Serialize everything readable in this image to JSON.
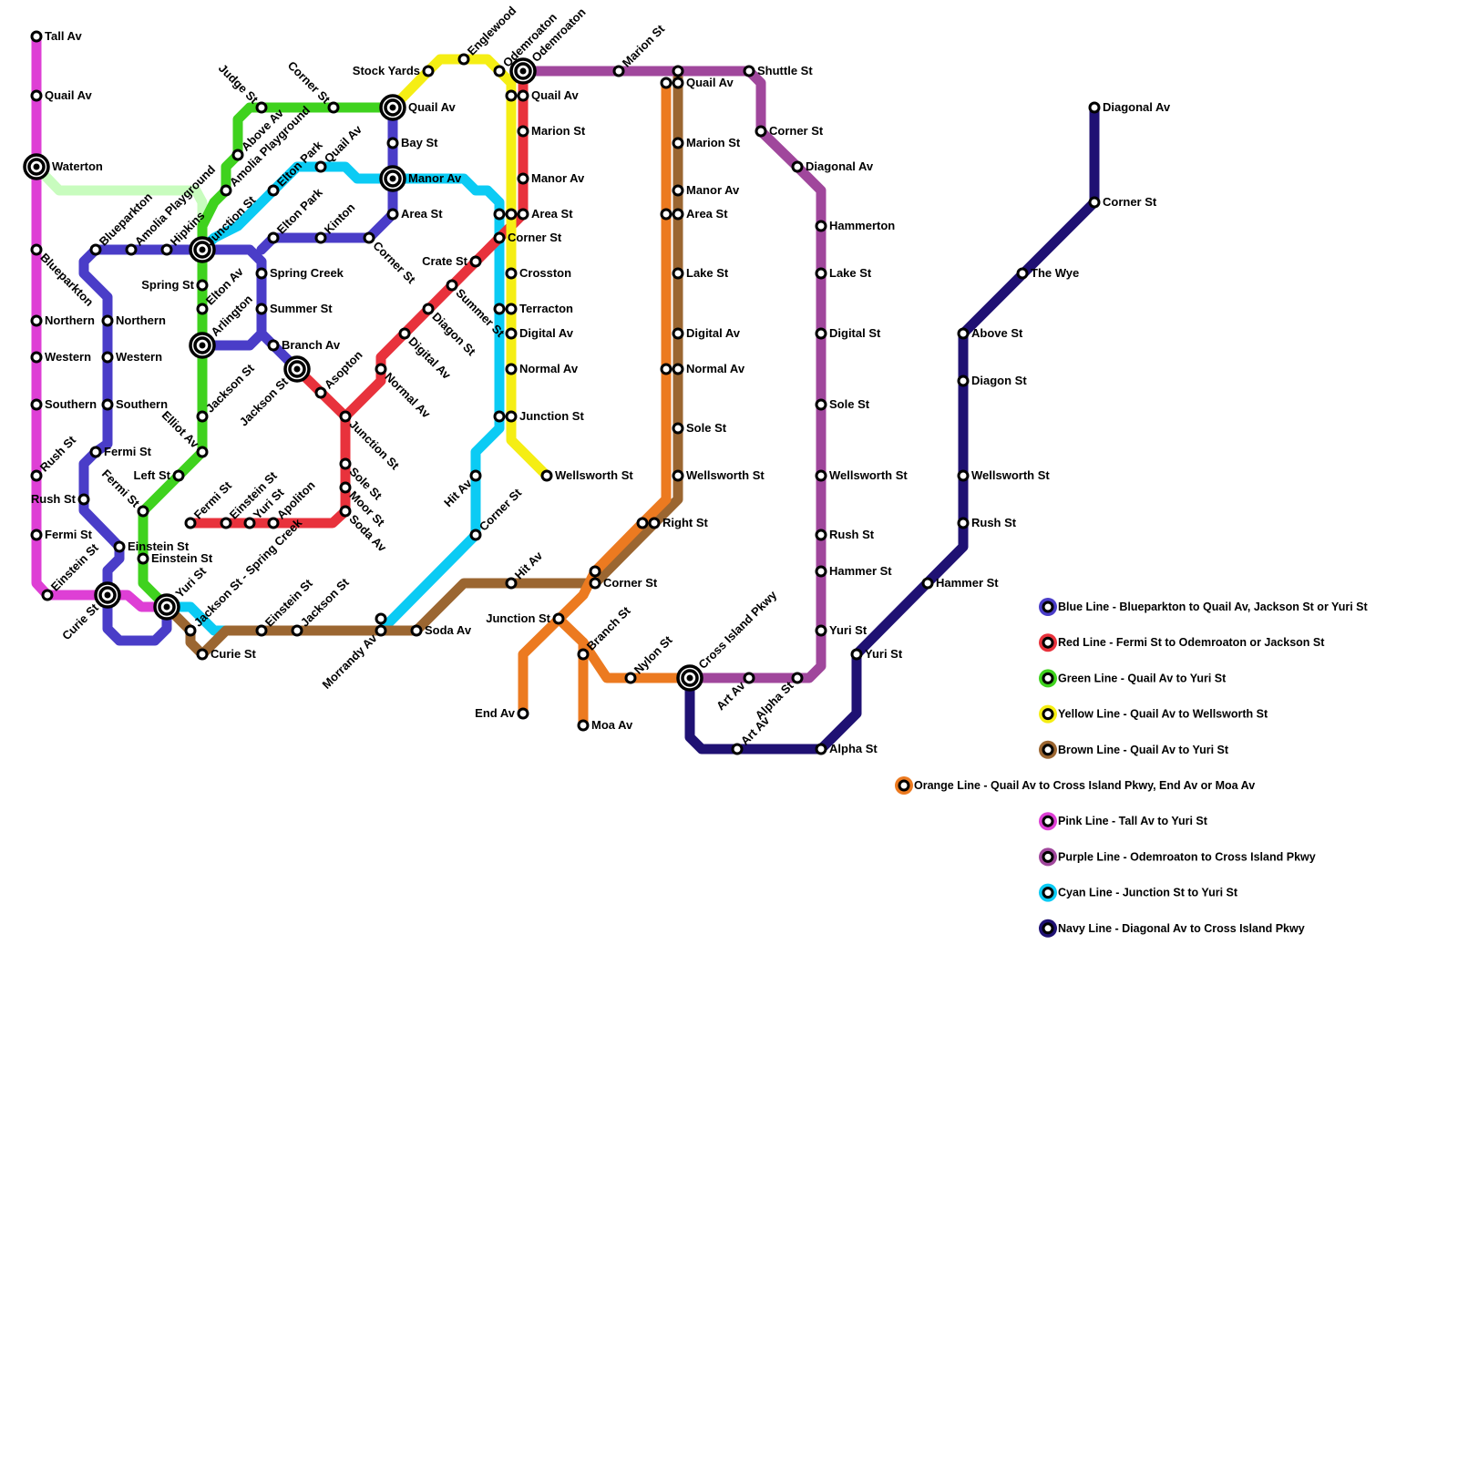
{
  "lines": [
    {
      "id": "blue",
      "color": "#4a3dc8",
      "legend": "Blue Line - Blueparkton to Quail Av, Jackson St or Yuri St"
    },
    {
      "id": "red",
      "color": "#e8323c",
      "legend": "Red Line - Fermi St to Odemroaton or Jackson St"
    },
    {
      "id": "green",
      "color": "#3fd21e",
      "legend": "Green Line - Quail Av to Yuri St"
    },
    {
      "id": "yellow",
      "color": "#f5ee14",
      "legend": "Yellow Line - Quail Av to Wellsworth St"
    },
    {
      "id": "brown",
      "color": "#9b6631",
      "legend": "Brown Line - Quail Av to Yuri St"
    },
    {
      "id": "orange",
      "color": "#ec7a20",
      "legend": "Orange Line - Quail Av to Cross Island Pkwy, End Av or Moa Av"
    },
    {
      "id": "pink",
      "color": "#de3fd5",
      "legend": "Pink Line - Tall Av to Yuri St"
    },
    {
      "id": "purple",
      "color": "#a0479c",
      "legend": "Purple Line - Odemroaton to Cross Island Pkwy"
    },
    {
      "id": "cyan",
      "color": "#0bcbf4",
      "legend": "Cyan Line - Junction St to Yuri St"
    },
    {
      "id": "navy",
      "color": "#1f1173",
      "legend": "Navy Line - Diagonal Av to Cross Island Pkwy"
    }
  ],
  "transfer_link_color": "#c8fcbe",
  "stations": [
    {
      "id": "pk1",
      "name": "Tall Av"
    },
    {
      "id": "pk2",
      "name": "Quail Av"
    },
    {
      "id": "pk3",
      "name": "Waterton"
    },
    {
      "id": "pk4",
      "name": "Blueparkton"
    },
    {
      "id": "pk5",
      "name": "Northern"
    },
    {
      "id": "pk6",
      "name": "Western"
    },
    {
      "id": "pk7",
      "name": "Southern"
    },
    {
      "id": "pk8",
      "name": "Rush St"
    },
    {
      "id": "pk9",
      "name": "Fermi St"
    },
    {
      "id": "pk10",
      "name": "Einstein St"
    },
    {
      "id": "bl1",
      "name": "Blueparkton"
    },
    {
      "id": "bl2",
      "name": "Amolia Playground"
    },
    {
      "id": "bl3",
      "name": "Hipkins"
    },
    {
      "id": "bl4",
      "name": "Northern"
    },
    {
      "id": "bl5",
      "name": "Western"
    },
    {
      "id": "bl6",
      "name": "Southern"
    },
    {
      "id": "bl7",
      "name": "Fermi St"
    },
    {
      "id": "bl8",
      "name": "Rush St"
    },
    {
      "id": "bl9",
      "name": "Einstein St"
    },
    {
      "id": "bl10",
      "name": "Curie St"
    },
    {
      "id": "bl11",
      "name": "Spring Creek"
    },
    {
      "id": "bl12",
      "name": "Summer St"
    },
    {
      "id": "bl13",
      "name": "Branch Av"
    },
    {
      "id": "bl14",
      "name": "Jackson St"
    },
    {
      "id": "bl15",
      "name": "Elton Park"
    },
    {
      "id": "bl16",
      "name": "Kinton"
    },
    {
      "id": "bl17",
      "name": "Corner St"
    },
    {
      "id": "bl18",
      "name": "Area St"
    },
    {
      "id": "bl19",
      "name": "Bay St"
    },
    {
      "id": "bl20",
      "name": "Manor Av"
    },
    {
      "id": "bl21",
      "name": "Quail Av"
    },
    {
      "id": "gr1",
      "name": "Judge St"
    },
    {
      "id": "gr2",
      "name": "Corner St"
    },
    {
      "id": "gr3",
      "name": "Above Av"
    },
    {
      "id": "gr4",
      "name": "Amolia Playground"
    },
    {
      "id": "gr5",
      "name": "Spring St"
    },
    {
      "id": "gr6",
      "name": "Elton Av"
    },
    {
      "id": "gr7",
      "name": "Arlington"
    },
    {
      "id": "gr8",
      "name": "Jackson St"
    },
    {
      "id": "gr9",
      "name": "Elliot Av"
    },
    {
      "id": "gr10",
      "name": "Left St"
    },
    {
      "id": "gr11",
      "name": "Fermi St"
    },
    {
      "id": "gr12",
      "name": "Einstein St"
    },
    {
      "id": "gr13",
      "name": "Yuri St"
    },
    {
      "id": "cy1",
      "name": "Junction St"
    },
    {
      "id": "cy2",
      "name": "Elton Park"
    },
    {
      "id": "cy3",
      "name": "Quail Av"
    },
    {
      "id": "cy4",
      "name": "Hit Av"
    },
    {
      "id": "cy5",
      "name": "Corner St"
    },
    {
      "id": "cy6",
      "name": "Morrandy Av"
    },
    {
      "id": "cy7",
      "name": "Jackson St"
    },
    {
      "id": "cy8",
      "name": "Einstein St"
    },
    {
      "id": "cy9",
      "name": "Jackson St - Spring Creek"
    },
    {
      "id": "rd1",
      "name": "Fermi St"
    },
    {
      "id": "rd2",
      "name": "Einstein St"
    },
    {
      "id": "rd3",
      "name": "Yuri St"
    },
    {
      "id": "rd4",
      "name": "Apoliton"
    },
    {
      "id": "rd5",
      "name": "Soda Av"
    },
    {
      "id": "rd6",
      "name": "Moor St"
    },
    {
      "id": "rd7",
      "name": "Sole St"
    },
    {
      "id": "rd8",
      "name": "Junction St"
    },
    {
      "id": "rd9",
      "name": "Asopton"
    },
    {
      "id": "rd10",
      "name": "Normal Av"
    },
    {
      "id": "rd11",
      "name": "Digital Av"
    },
    {
      "id": "rd12",
      "name": "Diagon St"
    },
    {
      "id": "rd13",
      "name": "Summer St"
    },
    {
      "id": "rd14",
      "name": "Crate St"
    },
    {
      "id": "rd15",
      "name": "Corner St"
    },
    {
      "id": "rd16",
      "name": "Area St"
    },
    {
      "id": "rd17",
      "name": "Manor Av"
    },
    {
      "id": "rd18",
      "name": "Marion St"
    },
    {
      "id": "rd19",
      "name": "Quail Av"
    },
    {
      "id": "rd20",
      "name": "Odemroaton"
    },
    {
      "id": "ye1",
      "name": "Stock Yards"
    },
    {
      "id": "ye2",
      "name": "Englewood"
    },
    {
      "id": "ye3",
      "name": "Odemroaton"
    },
    {
      "id": "ye4",
      "name": "Crosston"
    },
    {
      "id": "ye5",
      "name": "Terracton"
    },
    {
      "id": "ye6",
      "name": "Digital Av"
    },
    {
      "id": "ye7",
      "name": "Normal Av"
    },
    {
      "id": "ye8",
      "name": "Junction St"
    },
    {
      "id": "ye9",
      "name": "Wellsworth St"
    },
    {
      "id": "br1",
      "name": "Quail Av"
    },
    {
      "id": "br2",
      "name": "Marion St"
    },
    {
      "id": "br3",
      "name": "Manor Av"
    },
    {
      "id": "br4",
      "name": "Area St"
    },
    {
      "id": "br5",
      "name": "Lake St"
    },
    {
      "id": "br6",
      "name": "Digital Av"
    },
    {
      "id": "br7",
      "name": "Normal Av"
    },
    {
      "id": "br8",
      "name": "Sole St"
    },
    {
      "id": "br9",
      "name": "Wellsworth St"
    },
    {
      "id": "br10",
      "name": "Right St"
    },
    {
      "id": "br11",
      "name": "Corner St"
    },
    {
      "id": "br12",
      "name": "Hit Av"
    },
    {
      "id": "br13",
      "name": "Soda Av"
    },
    {
      "id": "br14",
      "name": "Curie St"
    },
    {
      "id": "or1",
      "name": "Junction St"
    },
    {
      "id": "or2",
      "name": "End Av"
    },
    {
      "id": "or3",
      "name": "Branch St"
    },
    {
      "id": "or4",
      "name": "Moa Av"
    },
    {
      "id": "or5",
      "name": "Nylon St"
    },
    {
      "id": "pu1",
      "name": "Marion St"
    },
    {
      "id": "pu2",
      "name": "Shuttle St"
    },
    {
      "id": "pu3",
      "name": "Corner St"
    },
    {
      "id": "pu4",
      "name": "Diagonal Av"
    },
    {
      "id": "pu5",
      "name": "Hammerton"
    },
    {
      "id": "pu6",
      "name": "Lake St"
    },
    {
      "id": "pu7",
      "name": "Digital St"
    },
    {
      "id": "pu8",
      "name": "Sole St"
    },
    {
      "id": "pu9",
      "name": "Wellsworth St"
    },
    {
      "id": "pu10",
      "name": "Rush St"
    },
    {
      "id": "pu11",
      "name": "Hammer St"
    },
    {
      "id": "pu12",
      "name": "Yuri St"
    },
    {
      "id": "pu13",
      "name": "Alpha St"
    },
    {
      "id": "pu14",
      "name": "Art Av"
    },
    {
      "id": "pu15",
      "name": "Cross Island Pkwy"
    },
    {
      "id": "nv1",
      "name": "Diagonal Av"
    },
    {
      "id": "nv2",
      "name": "Corner St"
    },
    {
      "id": "nv3",
      "name": "The Wye"
    },
    {
      "id": "nv4",
      "name": "Above St"
    },
    {
      "id": "nv5",
      "name": "Diagon St"
    },
    {
      "id": "nv6",
      "name": "Wellsworth St"
    },
    {
      "id": "nv7",
      "name": "Rush St"
    },
    {
      "id": "nv8",
      "name": "Hammer St"
    },
    {
      "id": "nv9",
      "name": "Yuri St"
    },
    {
      "id": "nv10",
      "name": "Alpha St"
    },
    {
      "id": "nv11",
      "name": "Art Av"
    }
  ]
}
